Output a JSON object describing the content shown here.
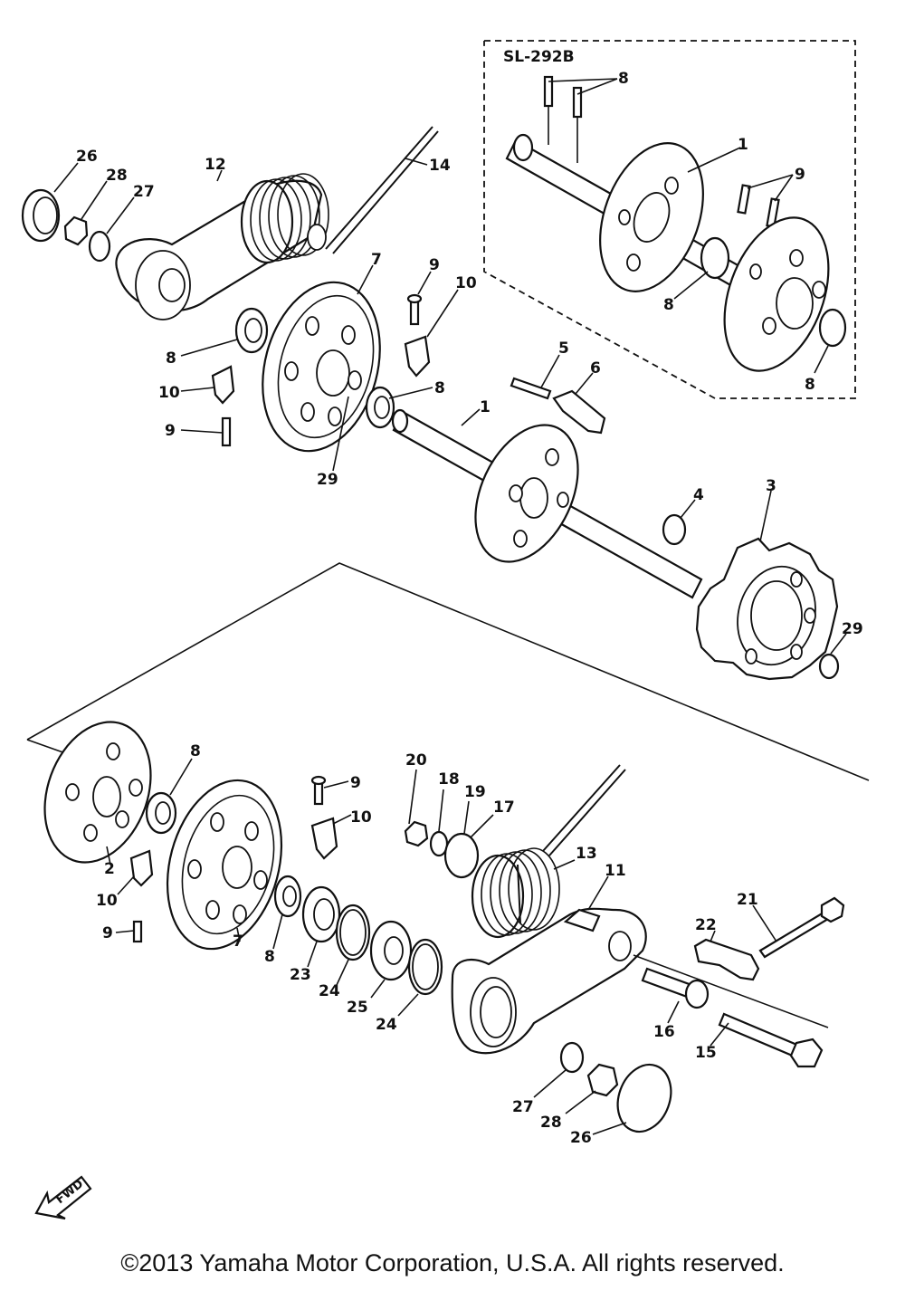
{
  "inset": {
    "model": "SL-292B"
  },
  "labels": {
    "inset_8": "8",
    "inset_1": "1",
    "inset_9": "9",
    "inset_8b": "8",
    "inset_8c": "8",
    "p26a": "26",
    "p28a": "28",
    "p27a": "27",
    "p12": "12",
    "p14": "14",
    "p7a": "7",
    "p9a": "9",
    "p10a": "10",
    "p8a": "8",
    "p10b": "10",
    "p9b": "9",
    "p29a": "29",
    "p8b": "8",
    "p1": "1",
    "p5": "5",
    "p6": "6",
    "p4": "4",
    "p3": "3",
    "p29b": "29",
    "p8c": "8",
    "p2": "2",
    "p9c": "9",
    "p10c": "10",
    "p10d": "10",
    "p9d": "9",
    "p7b": "7",
    "p8d": "8",
    "p20": "20",
    "p18": "18",
    "p19": "19",
    "p17": "17",
    "p13": "13",
    "p11": "11",
    "p21": "21",
    "p22": "22",
    "p23": "23",
    "p24a": "24",
    "p25": "25",
    "p24b": "24",
    "p16": "16",
    "p15": "15",
    "p27b": "27",
    "p28b": "28",
    "p26b": "26"
  },
  "fwd_arrow": {
    "text": "FWD"
  },
  "copyright": "©2013 Yamaha Motor Corporation, U.S.A. All rights reserved."
}
